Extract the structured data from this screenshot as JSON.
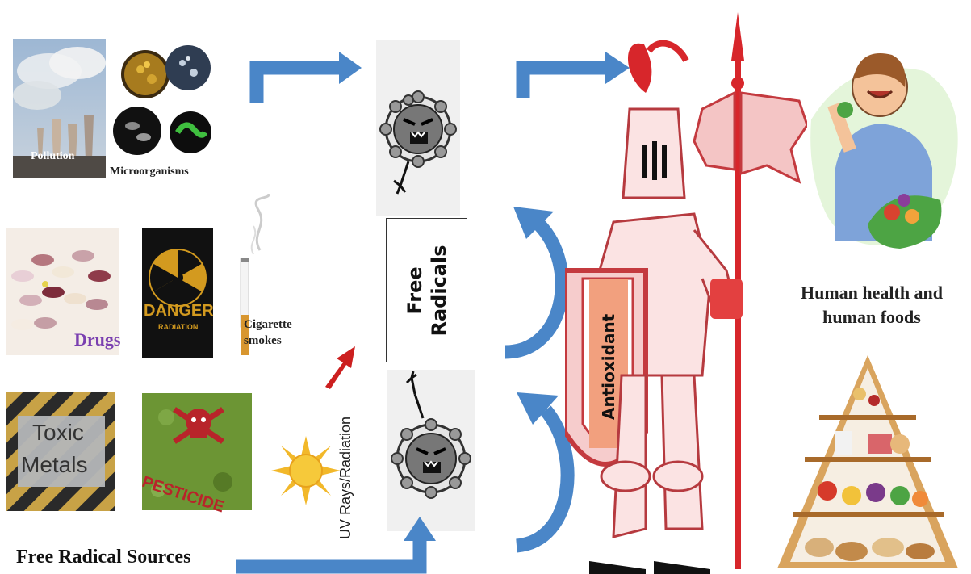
{
  "labels": {
    "pollution": "Pollution",
    "microorganisms": "Microorganisms",
    "drugs": "Drugs",
    "danger": "DANGER",
    "radiation": "RADIATION",
    "cigarette": "Cigarette smokes",
    "toxic": "Toxic",
    "metals": "Metals",
    "pesticide": "PESTICIDE",
    "uv": "UV Rays/Radiation",
    "free_radicals": "Free Radicals",
    "antioxidant": "Antioxidant",
    "human_health": "Human health and human foods",
    "sources": "Free Radical Sources"
  },
  "colors": {
    "arrow_blue": "#4a86c8",
    "knight_red": "#d7262b",
    "drugs_purple": "#7a3fb0"
  }
}
